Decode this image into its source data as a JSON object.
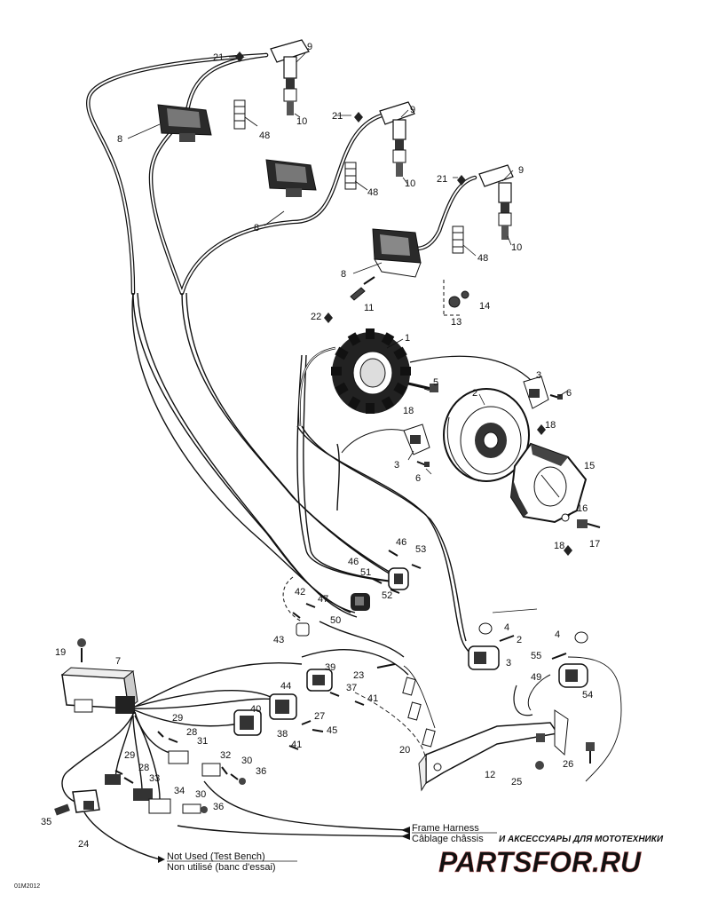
{
  "callouts": {
    "c1": "1",
    "c2": "2",
    "c2b": "2",
    "c3a": "3",
    "c3b": "3",
    "c3c": "3",
    "c4a": "4",
    "c4b": "4",
    "c5": "5",
    "c6a": "6",
    "c6b": "6",
    "c7": "7",
    "c8a": "8",
    "c8b": "8",
    "c8c": "8",
    "c9a": "9",
    "c9b": "9",
    "c9c": "9",
    "c10a": "10",
    "c10b": "10",
    "c10c": "10",
    "c11": "11",
    "c12": "12",
    "c13": "13",
    "c14": "14",
    "c15": "15",
    "c16": "16",
    "c17": "17",
    "c18a": "18",
    "c18b": "18",
    "c18c": "18",
    "c19": "19",
    "c20": "20",
    "c21a": "21",
    "c21b": "21",
    "c21c": "21",
    "c22": "22",
    "c23": "23",
    "c24": "24",
    "c25": "25",
    "c26": "26",
    "c27": "27",
    "c28a": "28",
    "c28b": "28",
    "c29a": "29",
    "c29b": "29",
    "c30a": "30",
    "c30b": "30",
    "c31": "31",
    "c32": "32",
    "c33": "33",
    "c34": "34",
    "c35": "35",
    "c36a": "36",
    "c36b": "36",
    "c37": "37",
    "c38": "38",
    "c39": "39",
    "c40": "40",
    "c41a": "41",
    "c41b": "41",
    "c42": "42",
    "c43": "43",
    "c44": "44",
    "c45": "45",
    "c46a": "46",
    "c46b": "46",
    "c47": "47",
    "c48a": "48",
    "c48b": "48",
    "c48c": "48",
    "c49": "49",
    "c50": "50",
    "c51": "51",
    "c52": "52",
    "c53": "53",
    "c54": "54",
    "c55": "55"
  },
  "notes": {
    "frame_harness_en": "Frame Harness",
    "frame_harness_fr": "Câblage châssis",
    "not_used_en": "Not Used (Test Bench)",
    "not_used_fr": "Non utilisé (banc d'essai)"
  },
  "figure_code": "01M2012",
  "watermark": {
    "tagline": "И АКСЕССУАРЫ ДЛЯ МОТОТЕХНИКИ",
    "brand": "PARTSFOR.RU",
    "color": "#e8a0a0"
  },
  "colors": {
    "ink": "#111111",
    "background": "#ffffff"
  }
}
